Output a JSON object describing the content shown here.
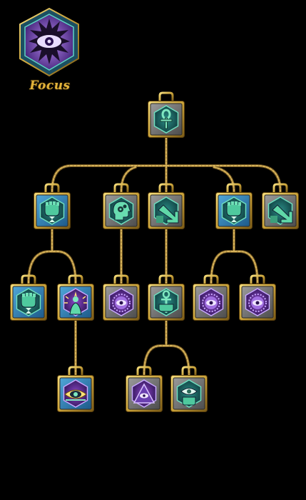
{
  "tree": {
    "title": "Focus",
    "emblem_icon": "eye-starburst-icon",
    "colors": {
      "rope": "#b08a3a",
      "frame_gold": "#d9b54a",
      "blue_tile": "#2f7fb5",
      "grey_tile": "#6d6d6d",
      "hex_teal": "#1c6f6a",
      "hex_purple": "#5a2a8a",
      "accent_green": "#54d8a8"
    },
    "nodes": [
      {
        "id": "root",
        "icon": "ankh-icon",
        "tile": "grey",
        "hex": "teal"
      },
      {
        "id": "n1",
        "icon": "fist-hourglass-icon",
        "tile": "blue",
        "hex": "teal"
      },
      {
        "id": "n2",
        "icon": "head-gears-icon",
        "tile": "grey",
        "hex": "teal"
      },
      {
        "id": "n3",
        "icon": "transfer-arrow-icon",
        "tile": "grey",
        "hex": "teal"
      },
      {
        "id": "n4",
        "icon": "fist-hourglass-icon",
        "tile": "blue",
        "hex": "teal"
      },
      {
        "id": "n5",
        "icon": "transfer-arrow-icon",
        "tile": "grey",
        "hex": "teal"
      },
      {
        "id": "n6",
        "icon": "fist-hourglass-icon",
        "tile": "blue",
        "hex": "teal"
      },
      {
        "id": "n7",
        "icon": "glowing-figure-icon",
        "tile": "blue",
        "hex": "purple"
      },
      {
        "id": "n8",
        "icon": "mandala-eye-icon",
        "tile": "grey",
        "hex": "purple"
      },
      {
        "id": "n9",
        "icon": "fist-ankh-icon",
        "tile": "grey",
        "hex": "teal"
      },
      {
        "id": "n10",
        "icon": "mandala-eye-icon",
        "tile": "grey",
        "hex": "purple"
      },
      {
        "id": "n11",
        "icon": "mandala-eye-icon",
        "tile": "grey",
        "hex": "purple"
      },
      {
        "id": "n12",
        "icon": "winged-eye-icon",
        "tile": "blue",
        "hex": "purple"
      },
      {
        "id": "n13",
        "icon": "pyramid-eye-icon",
        "tile": "grey",
        "hex": "purple"
      },
      {
        "id": "n14",
        "icon": "eye-hand-icon",
        "tile": "grey",
        "hex": "teal"
      }
    ]
  }
}
